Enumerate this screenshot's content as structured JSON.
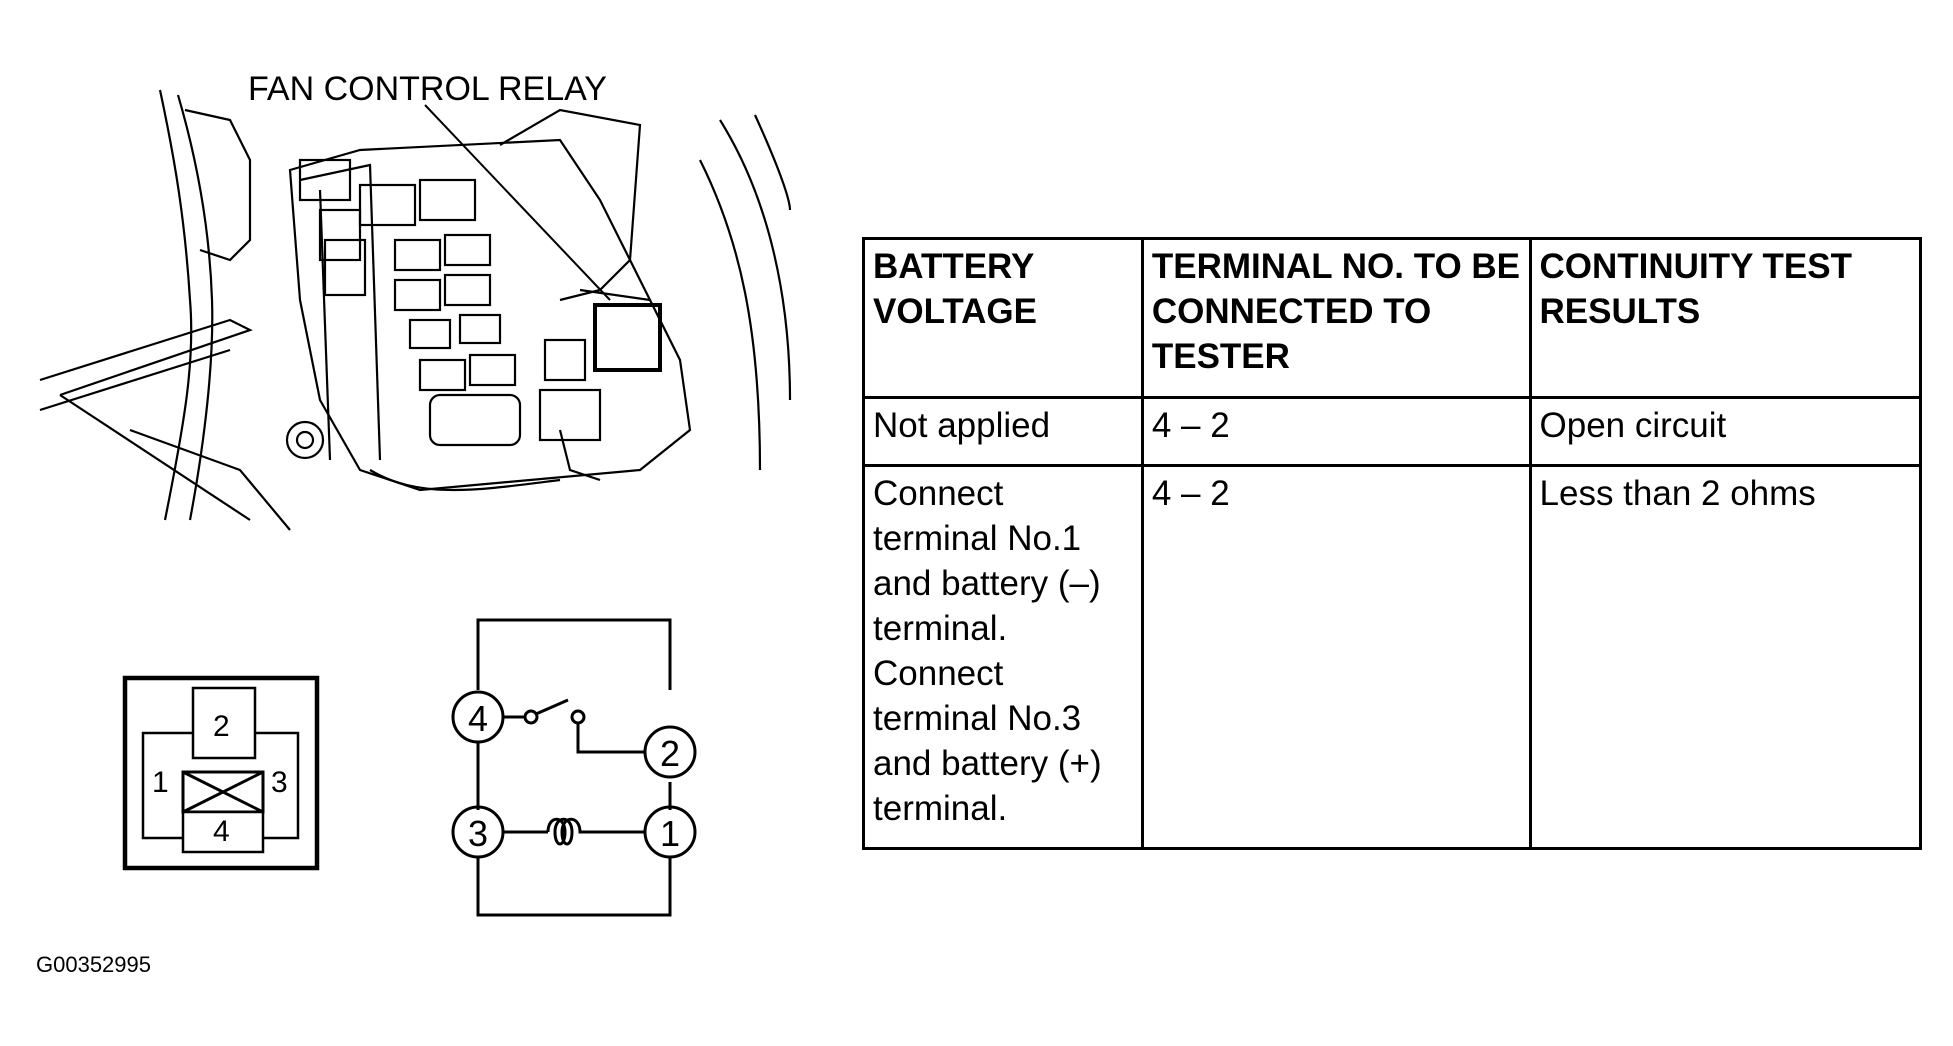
{
  "diagram": {
    "relay_label": "FAN CONTROL RELAY",
    "figure_id": "G00352995",
    "connector_pins": [
      "1",
      "2",
      "3",
      "4"
    ],
    "circuit_terminals": [
      "4",
      "2",
      "3",
      "1"
    ]
  },
  "table": {
    "headers": [
      "BATTERY VOLTAGE",
      "TERMINAL NO. TO BE CONNECTED TO TESTER",
      "CONTINUITY TEST RESULTS"
    ],
    "rows": [
      [
        "Not applied",
        "4 – 2",
        "Open circuit"
      ],
      [
        "Connect terminal No.1 and battery (–) terminal. Connect terminal No.3 and battery (+) terminal.",
        "4 – 2",
        "Less than 2 ohms"
      ]
    ]
  }
}
